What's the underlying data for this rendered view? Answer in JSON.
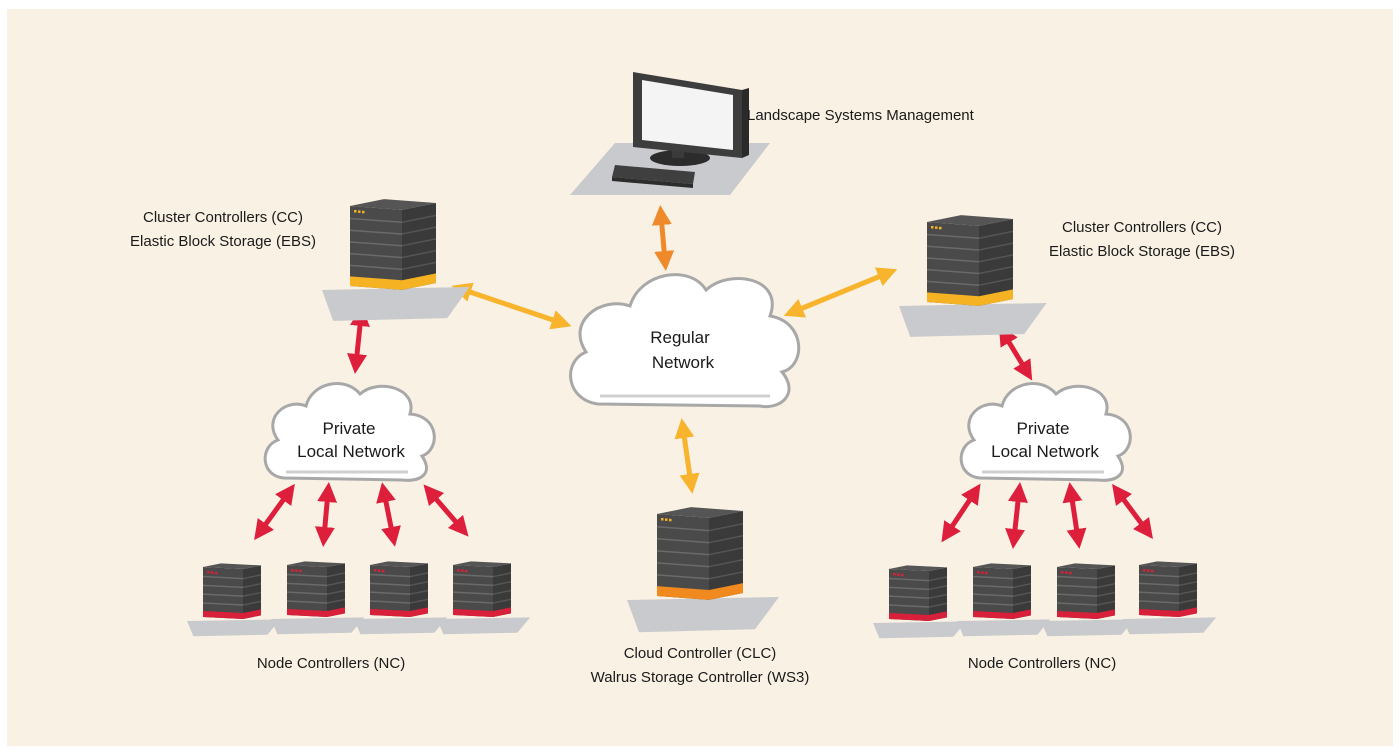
{
  "colors": {
    "background": "#f8f1e4",
    "server_body": "#4a4a4a",
    "server_band": "#5c5c5c",
    "shadow": "#c9cacd",
    "cc_base": "#f5b324",
    "clc_base": "#f08a1e",
    "nc_base": "#d9203a",
    "arrow_yellow": "#f8b42c",
    "arrow_orange": "#ef8a2a",
    "arrow_red": "#dd1f3c",
    "cloud_fill": "#ffffff",
    "cloud_stroke": "#a8a8a8"
  },
  "labels": {
    "landscape": "Landscape Systems Management",
    "cc_left_line1": "Cluster Controllers (CC)",
    "cc_left_line2": "Elastic Block Storage (EBS)",
    "cc_right_line1": "Cluster Controllers (CC)",
    "cc_right_line2": "Elastic Block Storage (EBS)",
    "regular_network_line1": "Regular",
    "regular_network_line2": "Network",
    "private_left_line1": "Private",
    "private_left_line2": "Local Network",
    "private_right_line1": "Private",
    "private_right_line2": "Local Network",
    "clc_line1": "Cloud Controller (CLC)",
    "clc_line2": "Walrus Storage Controller (WS3)",
    "nc_left": "Node Controllers (NC)",
    "nc_right": "Node Controllers (NC)"
  }
}
